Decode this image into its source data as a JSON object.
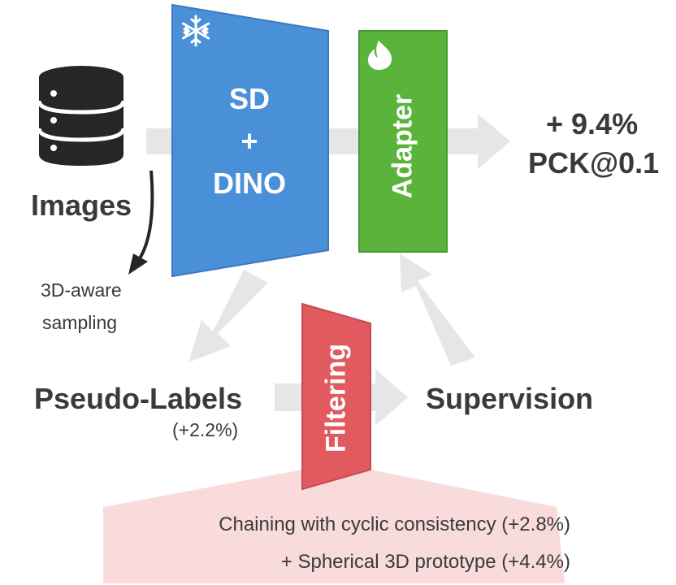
{
  "nodes": {
    "images_label": "Images",
    "sampling_line1": "3D-aware",
    "sampling_line2": "sampling",
    "backbone_line1": "SD",
    "backbone_line2": "+",
    "backbone_line3": "DINO",
    "adapter_label": "Adapter",
    "result_line1": "+ 9.4%",
    "result_line2": "PCK@0.1",
    "pseudo_labels": "Pseudo-Labels",
    "pseudo_gain": "(+2.2%)",
    "filtering_label": "Filtering",
    "supervision_label": "Supervision"
  },
  "notes": {
    "line1": "Chaining with cyclic consistency (+2.8%)",
    "line2": "+ Spherical 3D prototype (+4.4%)"
  },
  "icons": {
    "database": "database-icon",
    "frozen": "snowflake-icon",
    "trainable": "flame-icon"
  },
  "colors": {
    "backbone": "#4a90d9",
    "adapter": "#5ab43c",
    "filtering": "#e05a5f",
    "notes_bg": "#f9dbdc",
    "arrow": "#e6e6e6",
    "text": "#3a3a3a"
  }
}
